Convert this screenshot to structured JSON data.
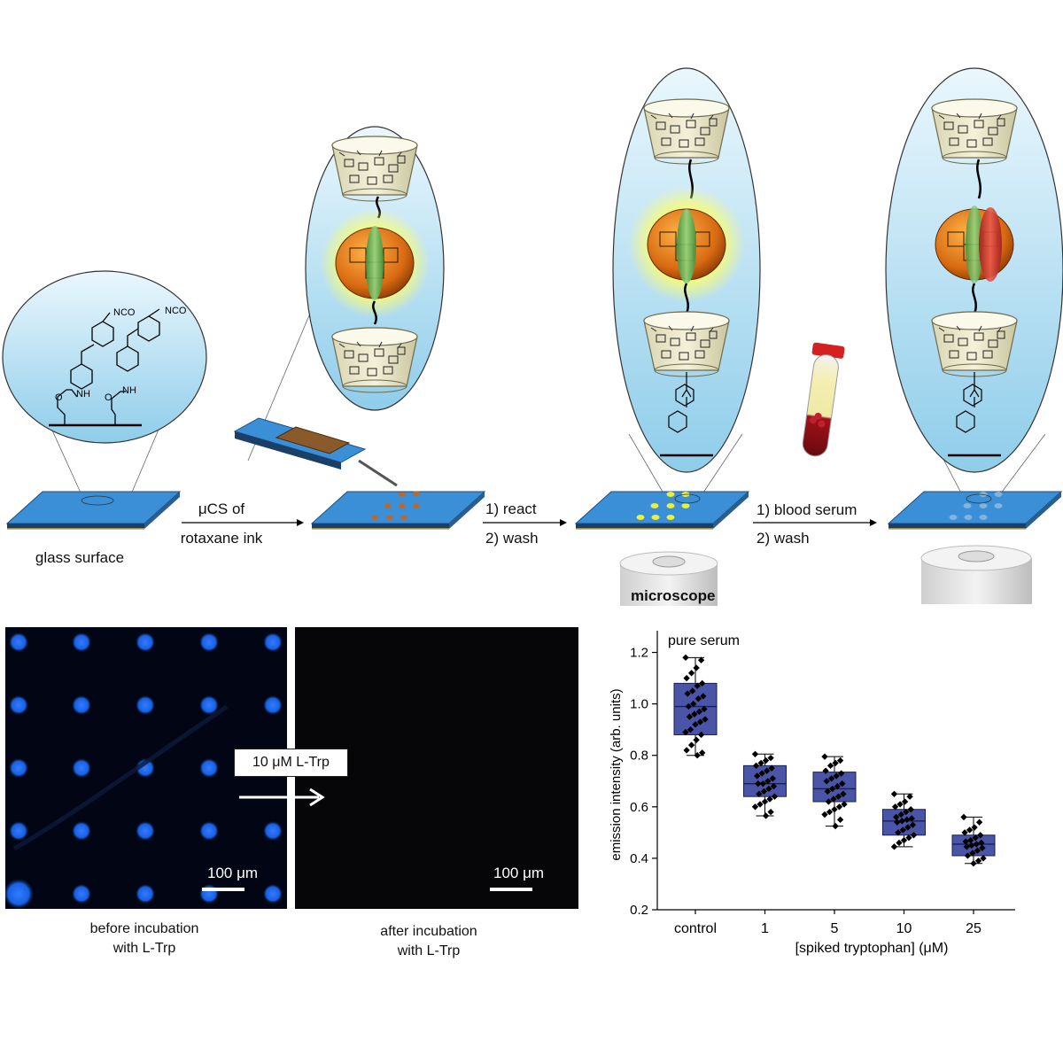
{
  "scheme": {
    "surface_label": "glass surface",
    "step1_top": "μCS of",
    "step1_bottom": "rotaxane ink",
    "step2_top": "1) react",
    "step2_bottom": "2) wash",
    "step3_top": "1) blood serum",
    "step3_bottom": "2) wash",
    "microscope_label": "microscope",
    "chem_labels": {
      "nco": "NCO",
      "nh": "NH",
      "o": "O"
    }
  },
  "micrographs": {
    "before": {
      "scale": "100 μm",
      "caption_line1": "before incubation",
      "caption_line2": "with L-Trp"
    },
    "after": {
      "scale": "100 μm",
      "caption_line1": "after incubation",
      "caption_line2": "with L-Trp"
    },
    "treatment": "10 μM L-Trp"
  },
  "colors": {
    "glass_blue": "#3a8fd6",
    "ellipse_fill": "#bfe3f4",
    "spot_orange": "#b86a2e",
    "spot_yellow": "#e8f03a",
    "box_fill": "#4a55a8",
    "micro_spot": "#1a5fe0"
  },
  "chart_data": {
    "type": "box",
    "annotation": "pure serum",
    "xlabel": "[spiked tryptophan] (μM)",
    "ylabel": "emission intensity (arb. units)",
    "categories": [
      "control",
      "1",
      "5",
      "10",
      "25"
    ],
    "ylim": [
      0.2,
      1.25
    ],
    "yticks": [
      "0.2",
      "0.4",
      "0.6",
      "0.8",
      "1.0",
      "1.2"
    ],
    "boxes": [
      {
        "min": 0.8,
        "q1": 0.88,
        "median": 0.99,
        "q3": 1.08,
        "max": 1.18
      },
      {
        "min": 0.565,
        "q1": 0.64,
        "median": 0.69,
        "q3": 0.76,
        "max": 0.805
      },
      {
        "min": 0.525,
        "q1": 0.62,
        "median": 0.67,
        "q3": 0.735,
        "max": 0.795
      },
      {
        "min": 0.445,
        "q1": 0.49,
        "median": 0.545,
        "q3": 0.59,
        "max": 0.65
      },
      {
        "min": 0.38,
        "q1": 0.41,
        "median": 0.455,
        "q3": 0.49,
        "max": 0.56
      }
    ],
    "points": [
      [
        1.18,
        1.17,
        1.14,
        1.12,
        1.1,
        1.08,
        1.07,
        1.05,
        1.04,
        1.03,
        1.02,
        1.0,
        0.99,
        0.98,
        0.97,
        0.96,
        0.95,
        0.94,
        0.93,
        0.92,
        0.9,
        0.89,
        0.88,
        0.86,
        0.84,
        0.82,
        0.81,
        0.8
      ],
      [
        0.805,
        0.79,
        0.78,
        0.77,
        0.76,
        0.75,
        0.74,
        0.73,
        0.72,
        0.71,
        0.7,
        0.69,
        0.69,
        0.68,
        0.67,
        0.66,
        0.65,
        0.64,
        0.63,
        0.62,
        0.61,
        0.6,
        0.58,
        0.565
      ],
      [
        0.795,
        0.78,
        0.77,
        0.76,
        0.74,
        0.73,
        0.72,
        0.71,
        0.7,
        0.69,
        0.68,
        0.67,
        0.66,
        0.65,
        0.64,
        0.63,
        0.62,
        0.61,
        0.6,
        0.59,
        0.58,
        0.57,
        0.55,
        0.525
      ],
      [
        0.65,
        0.64,
        0.62,
        0.61,
        0.6,
        0.59,
        0.58,
        0.57,
        0.56,
        0.555,
        0.55,
        0.545,
        0.54,
        0.53,
        0.52,
        0.51,
        0.5,
        0.49,
        0.48,
        0.47,
        0.46,
        0.445
      ],
      [
        0.56,
        0.54,
        0.52,
        0.51,
        0.5,
        0.49,
        0.48,
        0.47,
        0.465,
        0.46,
        0.455,
        0.45,
        0.445,
        0.44,
        0.43,
        0.42,
        0.41,
        0.4,
        0.39,
        0.38
      ]
    ]
  }
}
